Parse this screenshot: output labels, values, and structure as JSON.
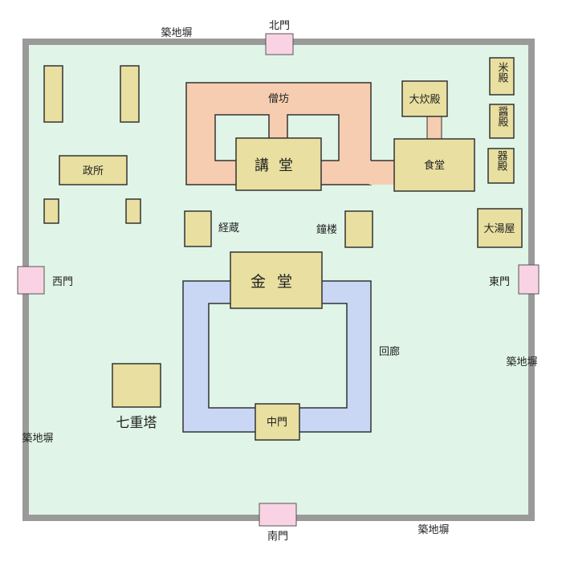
{
  "wall_labels": {
    "north": "築地塀",
    "west": "築地塀",
    "east": "築地塀",
    "south": "築地塀"
  },
  "gates": {
    "north": "北門",
    "south": "南門",
    "west": "西門",
    "east": "東門"
  },
  "buildings": {
    "sobo": "僧坊",
    "kodo": "講堂",
    "oidono": "大炊殿",
    "jikido": "食堂",
    "komedono": "米殿",
    "hishiodono": "醤殿",
    "utsuwadono": "器殿",
    "oyuya": "大湯屋",
    "mandokoro": "政所",
    "kyozo": "経蔵",
    "shoro": "鐘楼",
    "kondo": "金堂",
    "kairo": "回廊",
    "chumon": "中門",
    "pagoda": "七重塔"
  },
  "colors": {
    "ground": "#e0f5e8",
    "wall": "#9a9a9a",
    "building": "#e8dfa0",
    "sobo": "#f6cdb0",
    "corridor": "#c9d7f5",
    "gate": "#f9d3e3"
  }
}
